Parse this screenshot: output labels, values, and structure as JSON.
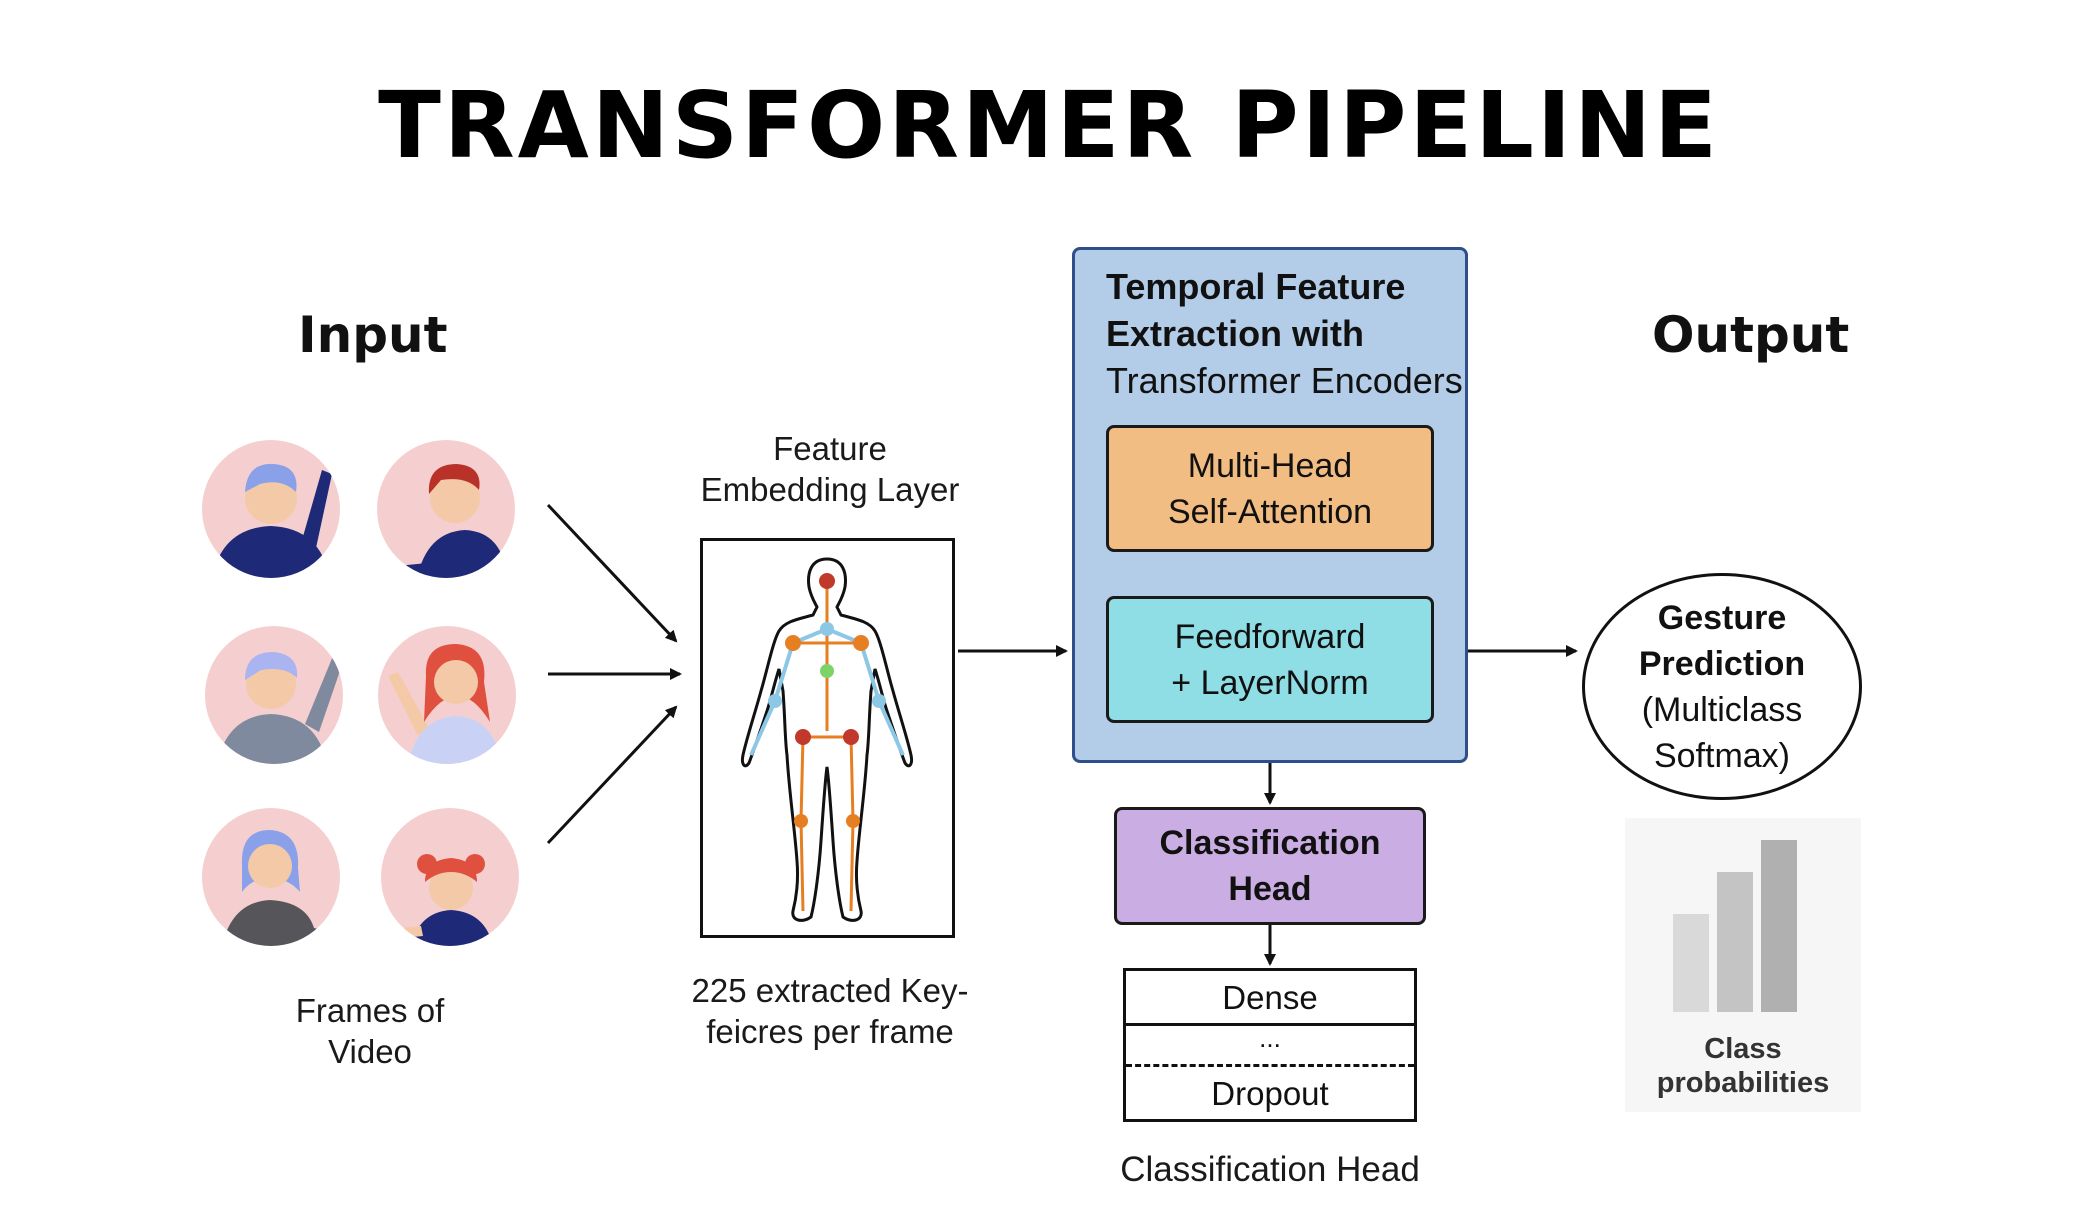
{
  "title": "TRANSFORMER PIPELINE",
  "input": {
    "heading": "Input",
    "caption_line1": "Frames of",
    "caption_line2": "Video"
  },
  "embedding": {
    "label_line1": "Feature",
    "label_line2": "Embedding Layer",
    "caption_line1": "225 extracted Key-",
    "caption_line2": "feicres per frame"
  },
  "encoder": {
    "title_bold_line1": "Temporal Feature",
    "title_bold_line2": "Extraction with",
    "title_line3": "Transformer Encoders",
    "attention_line1": "Multi-Head",
    "attention_line2": "Self-Attention",
    "ffn_line1": "Feedforward",
    "ffn_line2": "+ LayerNorm"
  },
  "classification": {
    "box_line1": "Classification",
    "box_line2": "Head",
    "dense": "Dense",
    "ellipsis": "...",
    "dropout": "Dropout",
    "caption": "Classification Head"
  },
  "output": {
    "heading": "Output",
    "line1": "Gesture",
    "line2": "Prediction",
    "line3": "(Multiclass",
    "line4": "Softmax)",
    "prob_line1": "Class",
    "prob_line2": "probabilities"
  },
  "colors": {
    "avatar_bg": "#f5cfcf",
    "encoder_bg": "#b3cce8",
    "attention_bg": "#f1bd82",
    "ffn_bg": "#8fdde5",
    "classification_bg": "#caaee3",
    "keypoint_red": "#c0392b",
    "keypoint_orange": "#e67e22",
    "keypoint_green": "#7dd36a",
    "skeleton_blue": "#8cc8e6"
  },
  "icons": [
    "person-avatar",
    "body-keypoints-figure",
    "bar-chart-icon",
    "arrow-right"
  ]
}
